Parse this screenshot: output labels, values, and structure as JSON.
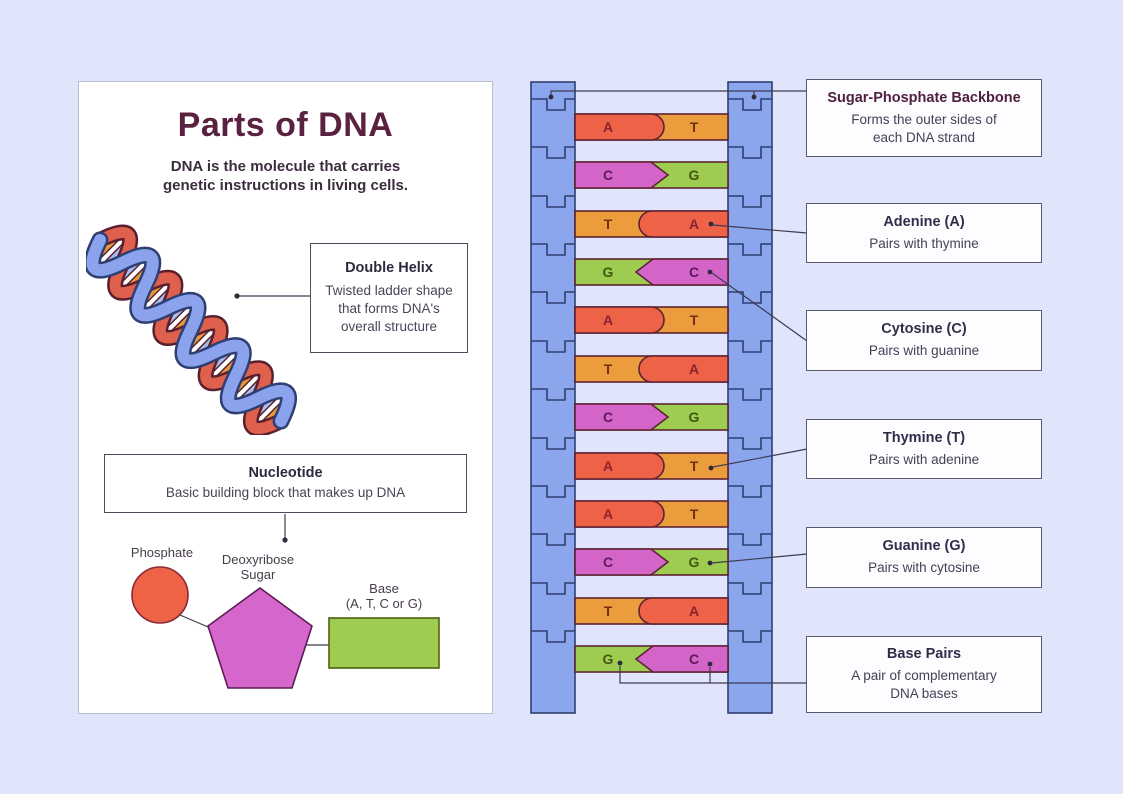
{
  "page": {
    "background": "#e0e5fb"
  },
  "left_card": {
    "title": "Parts of DNA",
    "subtitle_lines": [
      "DNA is the molecule that carries",
      "genetic instructions in living cells."
    ],
    "double_helix_box": {
      "title": "Double Helix",
      "lines": [
        "Twisted ladder shape",
        "that forms DNA's",
        "overall structure"
      ]
    },
    "nucleotide_box": {
      "title": "Nucleotide",
      "lines": [
        "Basic building block that makes up DNA"
      ]
    },
    "nucleotide_diagram": {
      "phosphate_label": "Phosphate",
      "sugar_label_lines": [
        "Deoxyribose",
        "Sugar"
      ],
      "base_label_lines": [
        "Base",
        "(A, T, C or G)"
      ]
    }
  },
  "ladder": {
    "rungs": [
      {
        "type": "AT",
        "left": "A",
        "right": "T"
      },
      {
        "type": "CG",
        "left": "C",
        "right": "G"
      },
      {
        "type": "TA",
        "left": "T",
        "right": "A"
      },
      {
        "type": "GC",
        "left": "G",
        "right": "C"
      },
      {
        "type": "AT",
        "left": "A",
        "right": "T"
      },
      {
        "type": "TA",
        "left": "T",
        "right": "A"
      },
      {
        "type": "CG",
        "left": "C",
        "right": "G"
      },
      {
        "type": "AT",
        "left": "A",
        "right": "T"
      },
      {
        "type": "AT",
        "left": "A",
        "right": "T"
      },
      {
        "type": "CG",
        "left": "C",
        "right": "G"
      },
      {
        "type": "TA",
        "left": "T",
        "right": "A"
      },
      {
        "type": "GC",
        "left": "G",
        "right": "C"
      }
    ]
  },
  "labels": [
    {
      "title": "Sugar-Phosphate Backbone",
      "lines": [
        "Forms the outer sides of",
        "each DNA strand"
      ]
    },
    {
      "title": "Adenine (A)",
      "lines": [
        "Pairs with thymine"
      ]
    },
    {
      "title": "Cytosine (C)",
      "lines": [
        "Pairs with guanine"
      ]
    },
    {
      "title": "Thymine (T)",
      "lines": [
        "Pairs with adenine"
      ]
    },
    {
      "title": "Guanine (G)",
      "lines": [
        "Pairs with cytosine"
      ]
    },
    {
      "title": "Base Pairs",
      "lines": [
        "A pair of complementary",
        "DNA bases"
      ]
    }
  ],
  "colors": {
    "adenine_red": "#ee6248",
    "thymine_orange": "#eb9c3c",
    "cytosine_magenta": "#d365c8",
    "guanine_green": "#9dcc50",
    "rung_outline": "#5c2333",
    "backbone_blue": "#8ba6ec",
    "backbone_outline": "#2e3f72",
    "letter_colors": {
      "A": "#8a222e",
      "T": "#6f3312",
      "C": "#5e1b56",
      "G": "#445710"
    },
    "connector": "#3f3b52",
    "title_maroon": "#5b2141",
    "phosphate_fill": "#ee6245",
    "sugar_fill": "#d466cc",
    "base_fill": "#9dcc50"
  }
}
